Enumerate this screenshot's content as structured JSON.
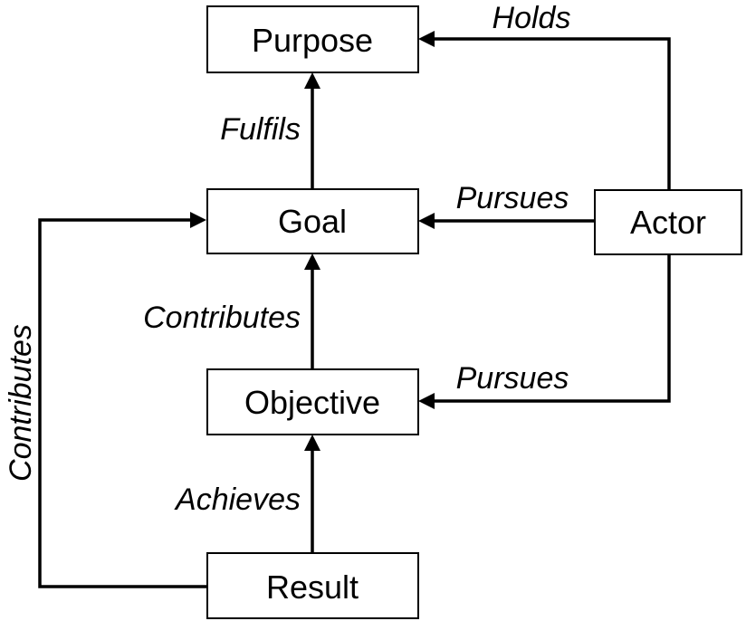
{
  "nodes": {
    "purpose": "Purpose",
    "goal": "Goal",
    "actor": "Actor",
    "objective": "Objective",
    "result": "Result"
  },
  "edges": {
    "holds": "Holds",
    "fulfils": "Fulfils",
    "pursues_goal": "Pursues",
    "contributes_objective": "Contributes",
    "pursues_objective": "Pursues",
    "achieves": "Achieves",
    "contributes_result": "Contributes"
  }
}
